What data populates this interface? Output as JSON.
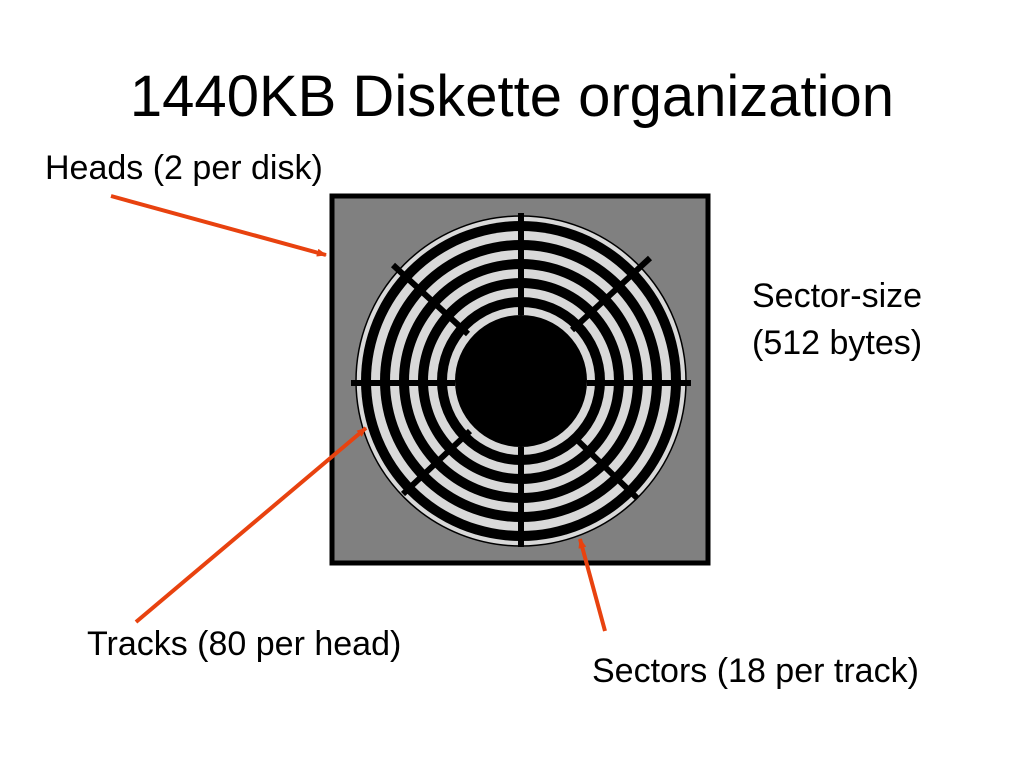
{
  "title": "1440KB Diskette organization",
  "labels": {
    "heads": "Heads (2 per disk)",
    "sector_size_line1": "Sector-size",
    "sector_size_line2": "(512 bytes)",
    "tracks": "Tracks (80 per head)",
    "sectors": "Sectors (18 per track)"
  },
  "colors": {
    "background": "#ffffff",
    "disk_frame_fill": "#808080",
    "disk_frame_border": "#000000",
    "track_dark": "#000000",
    "track_light": "#d9d9d9",
    "arrow": "#e8420f",
    "text": "#000000"
  }
}
